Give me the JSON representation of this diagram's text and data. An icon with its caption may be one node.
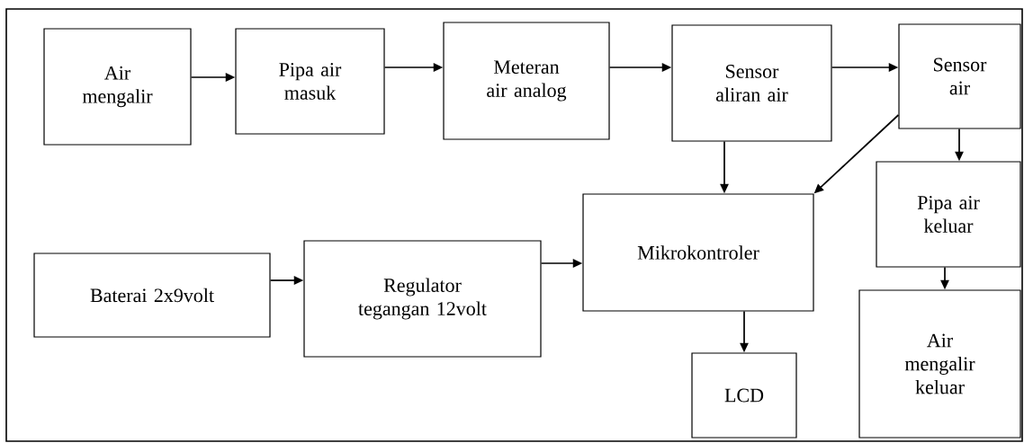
{
  "diagram": {
    "nodes": [
      {
        "text": [
          "Air mengalir"
        ]
      },
      {
        "text": [
          "Pipa air masuk"
        ]
      },
      {
        "text": [
          "Meteran air analog"
        ]
      },
      {
        "text": [
          "Sensor aliran air"
        ]
      },
      {
        "text": [
          "Sensor air"
        ]
      },
      {
        "text": [
          "Mikrokontroler"
        ]
      },
      {
        "text": [
          "Pipa air keluar"
        ]
      },
      {
        "text": [
          "Baterai 2x9volt"
        ]
      },
      {
        "text": [
          "Regulator tegangan 12volt"
        ]
      },
      {
        "text": [
          "LCD"
        ]
      },
      {
        "text": [
          "Air mengalir keluar"
        ]
      }
    ],
    "edges": [
      {
        "from": 0,
        "to": 1,
        "arrow": "to"
      },
      {
        "from": 1,
        "to": 2,
        "arrow": "to"
      },
      {
        "from": 2,
        "to": 3,
        "arrow": "to"
      },
      {
        "from": 3,
        "to": 4,
        "arrow": "to"
      },
      {
        "from": 3,
        "to": 5,
        "arrow": "to"
      },
      {
        "from": 4,
        "to": 5,
        "arrow": "to"
      },
      {
        "from": 4,
        "to": 6,
        "arrow": "to"
      },
      {
        "from": 6,
        "to": 10,
        "arrow": "to"
      },
      {
        "from": 7,
        "to": 8,
        "arrow": "to"
      },
      {
        "from": 8,
        "to": 5,
        "arrow": "to"
      },
      {
        "from": 5,
        "to": 9,
        "arrow": "to"
      }
    ]
  }
}
